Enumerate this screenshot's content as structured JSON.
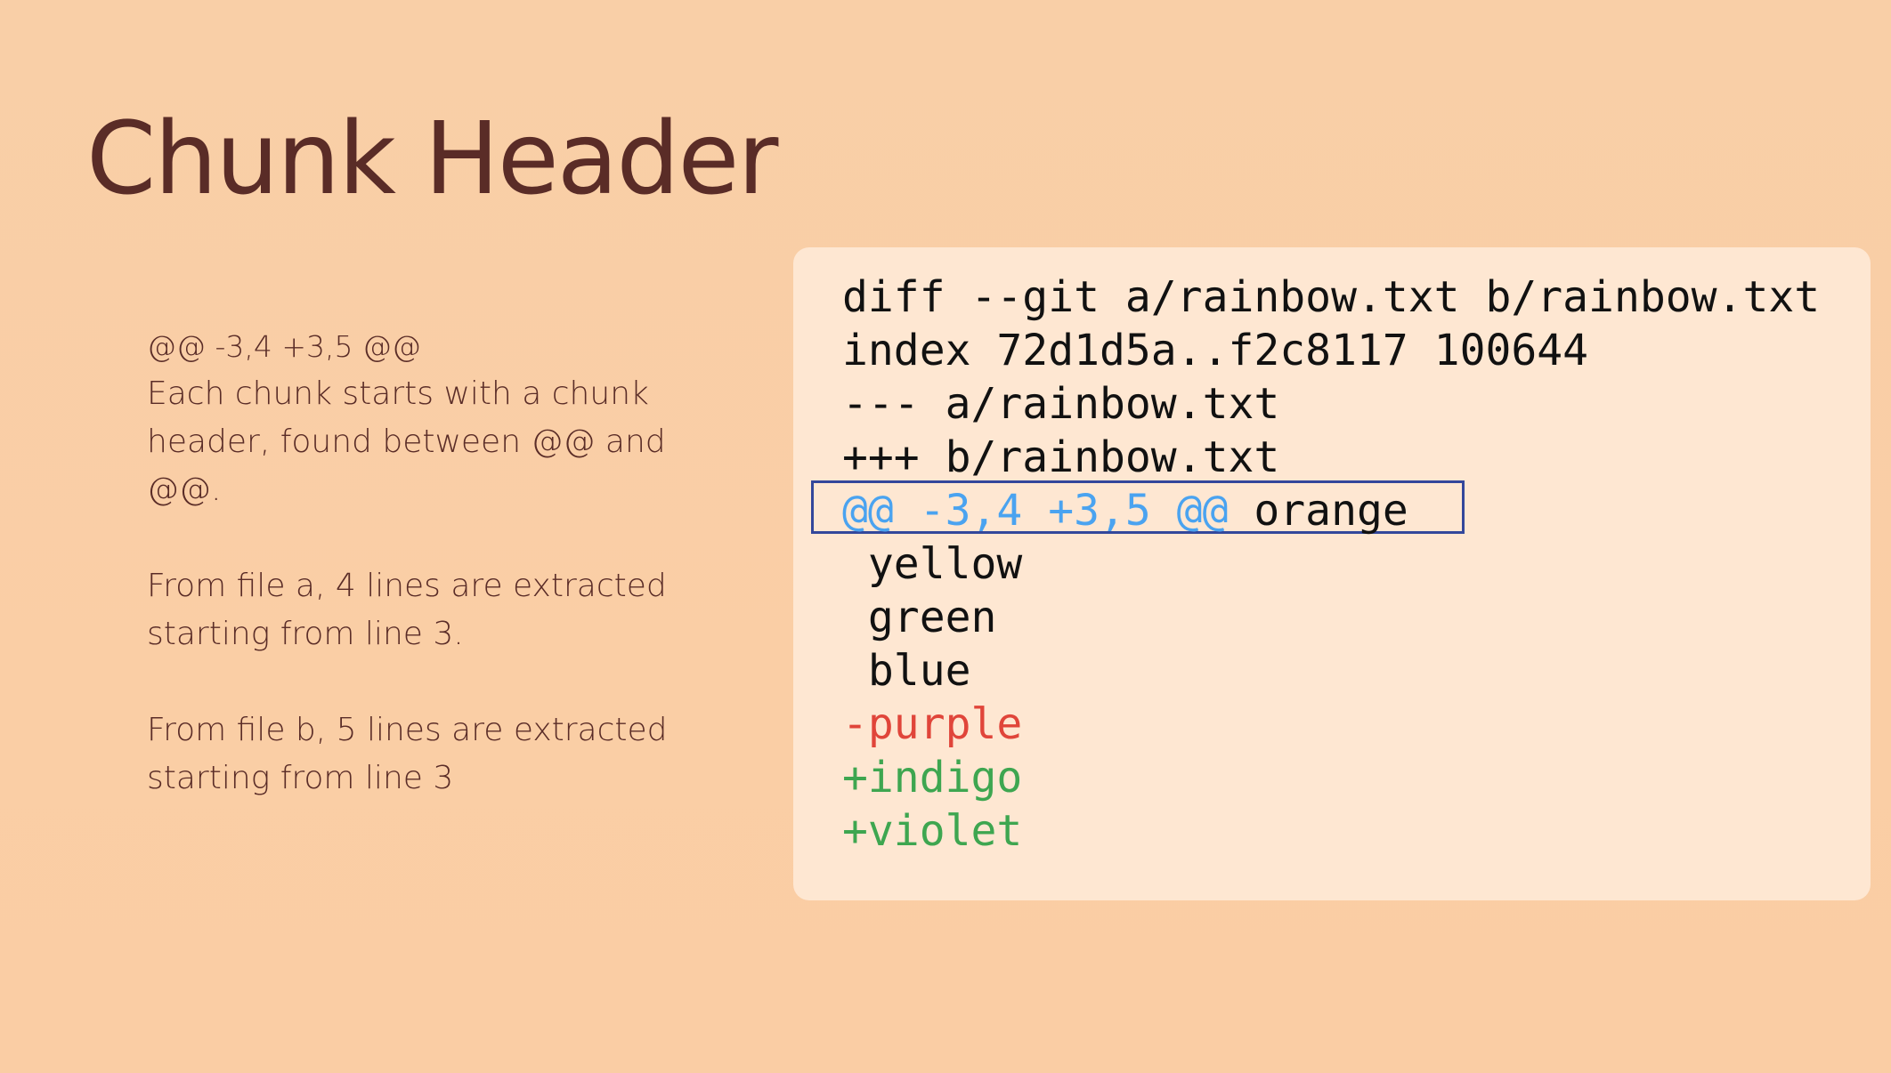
{
  "slide": {
    "title": "Chunk Header",
    "notes": {
      "header_code": "@@ -3,4 +3,5 @@",
      "paragraph1_line1": "Each chunk starts with a chunk",
      "paragraph1_line2": "header, found between @@ and @@.",
      "paragraph2_line1": "From file a, 4 lines are extracted",
      "paragraph2_line2": "starting from line 3.",
      "paragraph3_line1": "From file b, 5 lines are extracted",
      "paragraph3_line2": "starting from line 3"
    },
    "diff": {
      "line1": "diff --git a/rainbow.txt b/rainbow.txt",
      "line2": "index 72d1d5a..f2c8117 100644",
      "line3": "--- a/rainbow.txt",
      "line4": "+++ b/rainbow.txt",
      "hunk_range": "@@ -3,4 +3,5 @@",
      "hunk_context": " orange",
      "line6": " yellow",
      "line7": " green",
      "line8": " blue",
      "line9": "-purple",
      "line10": "+indigo",
      "line11": "+violet"
    },
    "colors": {
      "background": "#facfa6",
      "card": "#fee7d2",
      "title": "#5a2c27",
      "hunk": "#4aa3f0",
      "removed": "#e0453a",
      "added": "#3ea650",
      "highlight_border": "#33479b"
    }
  }
}
